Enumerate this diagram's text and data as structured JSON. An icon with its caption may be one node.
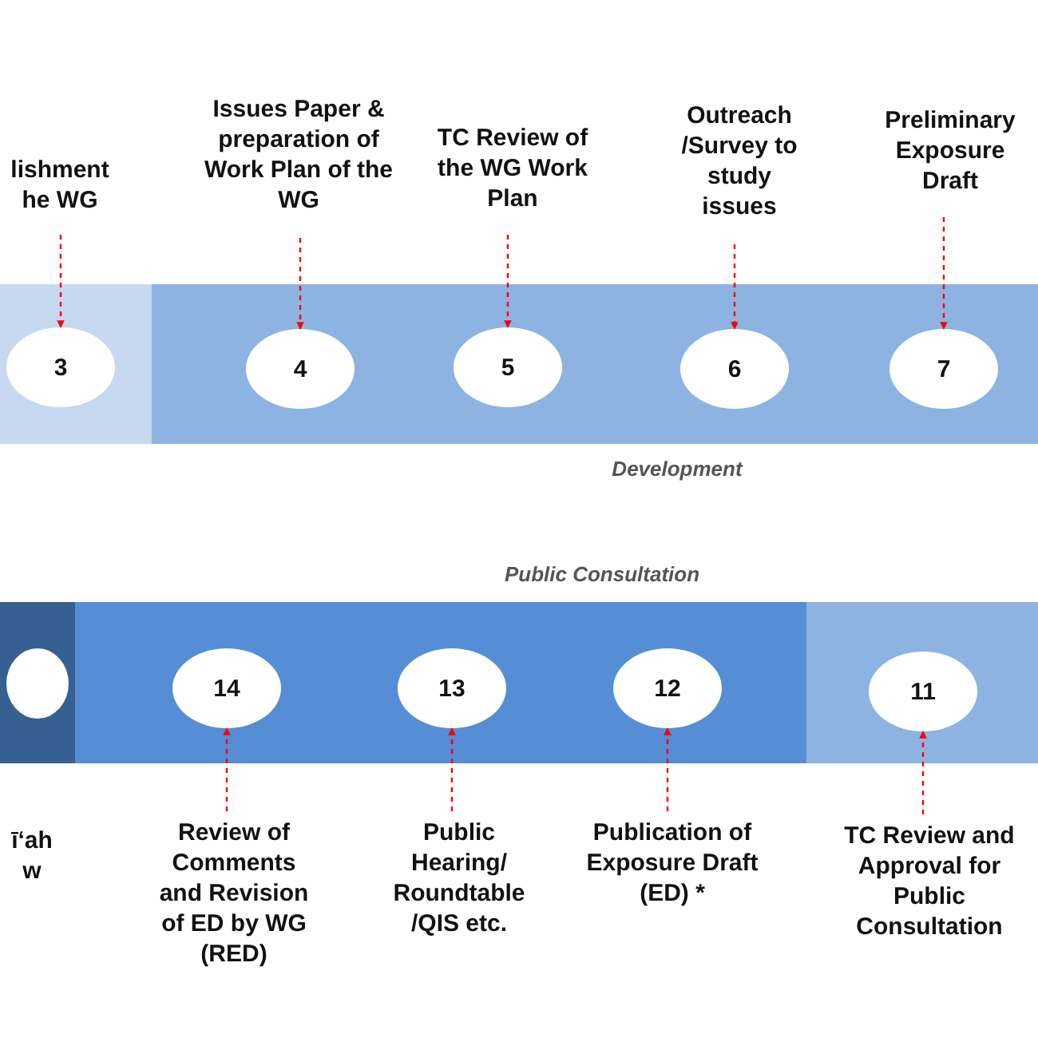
{
  "diagram": {
    "nodes": [
      {
        "text": [
          "lishment he WG"
        ]
      },
      {
        "text": [
          "Issues Paper & preparation of Work Plan of the WG"
        ]
      },
      {
        "text": [
          "TC Review of the WG Work Plan"
        ]
      },
      {
        "text": [
          "Outreach /Survey to study issues"
        ]
      },
      {
        "text": [
          "Preliminary Exposure Draft"
        ]
      },
      {
        "text": [],
        "shape": "bar"
      },
      {
        "text": [
          "3"
        ],
        "in": 5
      },
      {
        "text": [
          "Development"
        ]
      },
      {
        "text": [
          "4"
        ],
        "in": 7
      },
      {
        "text": [
          "5"
        ],
        "in": 7
      },
      {
        "text": [
          "6"
        ],
        "in": 7
      },
      {
        "text": [
          "7"
        ],
        "in": 7
      },
      {
        "text": [],
        "shape": "bar"
      },
      {
        "text": [],
        "shape": "ellipse",
        "in": 12
      },
      {
        "text": [
          "Public Consultation"
        ]
      },
      {
        "text": [
          "14"
        ],
        "in": 14
      },
      {
        "text": [
          "13"
        ],
        "in": 14
      },
      {
        "text": [
          "12"
        ],
        "in": 14
      },
      {
        "text": [],
        "shape": "bar"
      },
      {
        "text": [
          "11"
        ],
        "in": 18
      },
      {
        "text": [
          "ī‘ah w"
        ]
      },
      {
        "text": [
          "Review of Comments and Revision of ED by WG (RED)"
        ]
      },
      {
        "text": [
          "Public Hearing/ Roundtable /QIS etc."
        ]
      },
      {
        "text": [
          "Publication of Exposure Draft (ED) *"
        ]
      },
      {
        "text": [
          "TC Review and Approval for Public Consultation"
        ]
      }
    ],
    "edges": [
      {
        "from": 0,
        "to": 6,
        "arrow": "to",
        "style": "dashed"
      },
      {
        "from": 1,
        "to": 8,
        "arrow": "to",
        "style": "dashed"
      },
      {
        "from": 2,
        "to": 9,
        "arrow": "to",
        "style": "dashed"
      },
      {
        "from": 3,
        "to": 10,
        "arrow": "to",
        "style": "dashed"
      },
      {
        "from": 4,
        "to": 11,
        "arrow": "to",
        "style": "dashed"
      },
      {
        "from": 21,
        "to": 15,
        "arrow": "to",
        "style": "dashed"
      },
      {
        "from": 22,
        "to": 16,
        "arrow": "to",
        "style": "dashed"
      },
      {
        "from": 23,
        "to": 17,
        "arrow": "to",
        "style": "dashed"
      },
      {
        "from": 24,
        "to": 19,
        "arrow": "to",
        "style": "dashed"
      }
    ]
  }
}
